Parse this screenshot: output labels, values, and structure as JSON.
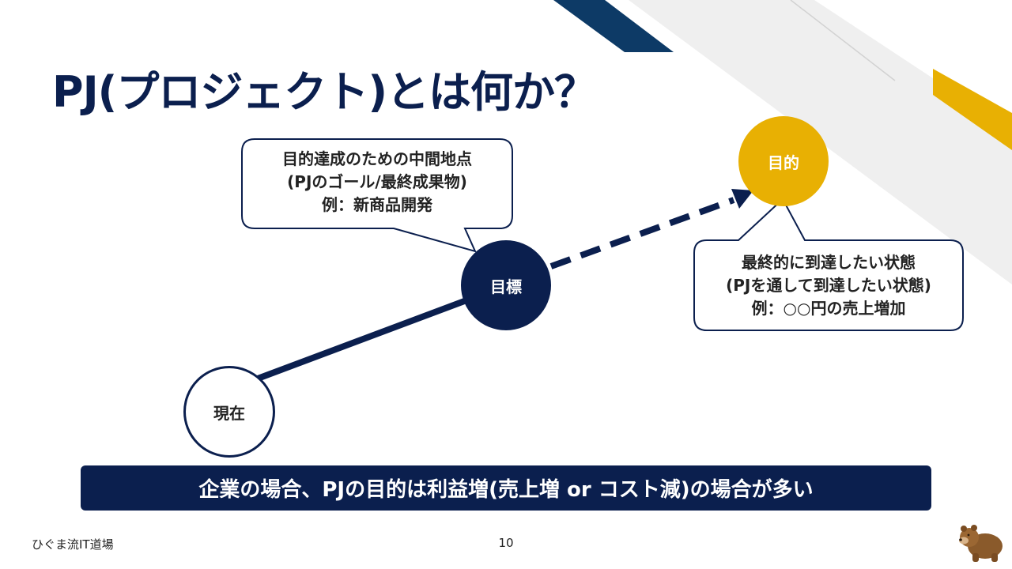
{
  "slide": {
    "title": "PJ(プロジェクト)とは何か？",
    "nodes": {
      "current": "現在",
      "goal": "目標",
      "purpose": "目的"
    },
    "callouts": {
      "goal": {
        "line1": "目的達成のための中間地点",
        "line2": "(PJのゴール/最終成果物)",
        "line3": "例：新商品開発"
      },
      "purpose": {
        "line1": "最終的に到達したい状態",
        "line2": "(PJを通して到達したい状態)",
        "line3": "例：○○円の売上増加"
      }
    },
    "banner": "企業の場合、PJの目的は利益増(売上増 or コスト減)の場合が多い"
  },
  "footer": {
    "brand": "ひぐま流IT道場",
    "page_number": "10"
  },
  "icons": [
    "bear-mascot-icon"
  ],
  "colors": {
    "navy": "#0b1f4e",
    "gold": "#e8b003",
    "light_gray": "#efefef",
    "stripe_blue": "#0d3a66"
  }
}
